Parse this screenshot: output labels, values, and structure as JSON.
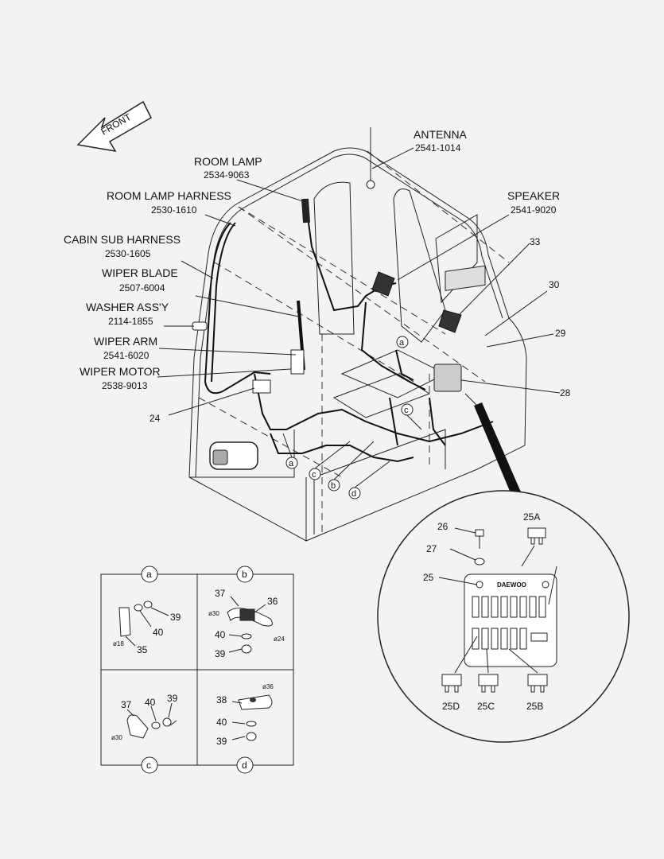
{
  "direction_label": "FRONT",
  "parts": {
    "antenna": {
      "name": "ANTENNA",
      "number": "2541-1014"
    },
    "room_lamp": {
      "name": "ROOM LAMP",
      "number": "2534-9063"
    },
    "room_lamp_harness": {
      "name": "ROOM LAMP HARNESS",
      "number": "2530-1610"
    },
    "cabin_sub_harness": {
      "name": "CABIN SUB HARNESS",
      "number": "2530-1605"
    },
    "wiper_blade": {
      "name": "WIPER BLADE",
      "number": "2507-6004"
    },
    "washer": {
      "name": "WASHER ASS'Y",
      "number": "2114-1855"
    },
    "wiper_arm": {
      "name": "WIPER ARM",
      "number": "2541-6020"
    },
    "wiper_motor": {
      "name": "WIPER MOTOR",
      "number": "2538-9013"
    },
    "speaker": {
      "name": "SPEAKER",
      "number": "2541-9020"
    }
  },
  "callouts": {
    "n24": "24",
    "n25": "25",
    "n26": "26",
    "n27": "27",
    "n28": "28",
    "n29": "29",
    "n30": "30",
    "n33": "33",
    "n25a": "25A",
    "n25b": "25B",
    "n25c": "25C",
    "n25d": "25D"
  },
  "detail_letters": {
    "a": "a",
    "b": "b",
    "c": "c",
    "d": "d"
  },
  "fuse_box_logo": "DAEWOO",
  "detail_a": {
    "n35": "35",
    "n39": "39",
    "n40": "40",
    "dia": "ø18"
  },
  "detail_b": {
    "n36": "36",
    "n37": "37",
    "n39": "39",
    "n40": "40",
    "dia1": "ø30",
    "dia2": "ø24"
  },
  "detail_c": {
    "n37": "37",
    "n39": "39",
    "n40": "40",
    "dia": "ø30"
  },
  "detail_d": {
    "n38": "38",
    "n39": "39",
    "n40": "40",
    "dia": "ø36"
  }
}
